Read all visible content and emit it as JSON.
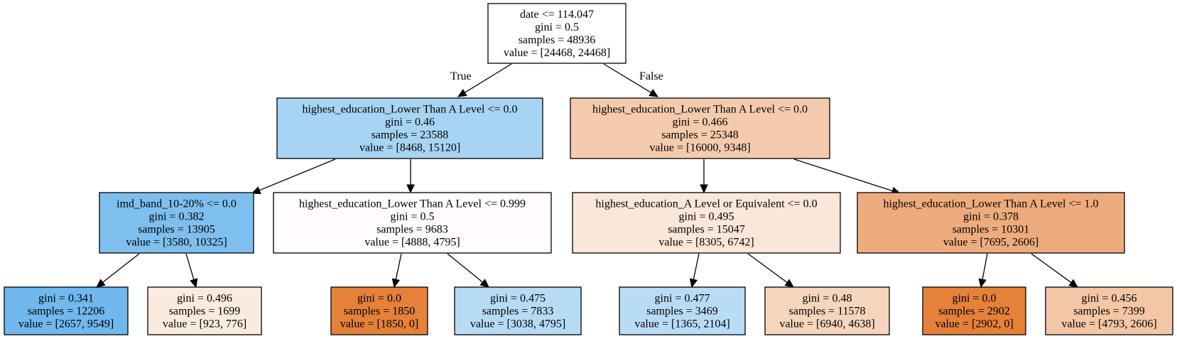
{
  "tree": {
    "nodes": [
      {
        "id": "n0",
        "lines": [
          "date <= 114.047",
          "gini = 0.5",
          "samples = 48936",
          "value = [24468, 24468]"
        ],
        "fill": "#ffffff"
      },
      {
        "id": "n1",
        "lines": [
          "highest_education_Lower Than A Level <= 0.0",
          "gini = 0.46",
          "samples = 23588",
          "value = [8468, 15120]"
        ],
        "fill": "#a8d4f4"
      },
      {
        "id": "n2",
        "lines": [
          "highest_education_Lower Than A Level <= 0.0",
          "gini = 0.466",
          "samples = 25348",
          "value = [16000, 9348]"
        ],
        "fill": "#f5cbad"
      },
      {
        "id": "n3",
        "lines": [
          "imd_band_10-20% <= 0.0",
          "gini = 0.382",
          "samples = 13905",
          "value = [3580, 10325]"
        ],
        "fill": "#7ebfef"
      },
      {
        "id": "n4",
        "lines": [
          "highest_education_Lower Than A Level <= 0.999",
          "gini = 0.5",
          "samples = 9683",
          "value = [4888, 4795]"
        ],
        "fill": "#fffcfb"
      },
      {
        "id": "n5",
        "lines": [
          "highest_education_A Level or Equivalent <= 0.0",
          "gini = 0.495",
          "samples = 15047",
          "value = [8305, 6742]"
        ],
        "fill": "#fae7d9"
      },
      {
        "id": "n6",
        "lines": [
          "highest_education_Lower Than A Level <= 1.0",
          "gini = 0.378",
          "samples = 10301",
          "value = [7695, 2606]"
        ],
        "fill": "#eeac7c"
      },
      {
        "id": "n7",
        "lines": [
          "gini = 0.341",
          "samples = 12206",
          "value = [2657, 9549]"
        ],
        "fill": "#70b8ed"
      },
      {
        "id": "n8",
        "lines": [
          "gini = 0.496",
          "samples = 1699",
          "value = [923, 776]"
        ],
        "fill": "#fbebdf"
      },
      {
        "id": "n9",
        "lines": [
          "gini = 0.0",
          "samples = 1850",
          "value = [1850, 0]"
        ],
        "fill": "#e58139"
      },
      {
        "id": "n10",
        "lines": [
          "gini = 0.475",
          "samples = 7833",
          "value = [3038, 4795]"
        ],
        "fill": "#b6dbf5"
      },
      {
        "id": "n11",
        "lines": [
          "gini = 0.477",
          "samples = 3469",
          "value = [1365, 2104]"
        ],
        "fill": "#b9dcf6"
      },
      {
        "id": "n12",
        "lines": [
          "gini = 0.48",
          "samples = 11578",
          "value = [6940, 4638]"
        ],
        "fill": "#f6d5bd"
      },
      {
        "id": "n13",
        "lines": [
          "gini = 0.0",
          "samples = 2902",
          "value = [2902, 0]"
        ],
        "fill": "#e58139"
      },
      {
        "id": "n14",
        "lines": [
          "gini = 0.456",
          "samples = 7399",
          "value = [4793, 2606]"
        ],
        "fill": "#f3c6a5"
      }
    ],
    "edges": [
      {
        "from": "n0",
        "to": "n1",
        "label": "True"
      },
      {
        "from": "n0",
        "to": "n2",
        "label": "False"
      },
      {
        "from": "n1",
        "to": "n3",
        "label": ""
      },
      {
        "from": "n1",
        "to": "n4",
        "label": ""
      },
      {
        "from": "n2",
        "to": "n5",
        "label": ""
      },
      {
        "from": "n2",
        "to": "n6",
        "label": ""
      },
      {
        "from": "n3",
        "to": "n7",
        "label": ""
      },
      {
        "from": "n3",
        "to": "n8",
        "label": ""
      },
      {
        "from": "n4",
        "to": "n9",
        "label": ""
      },
      {
        "from": "n4",
        "to": "n10",
        "label": ""
      },
      {
        "from": "n5",
        "to": "n11",
        "label": ""
      },
      {
        "from": "n5",
        "to": "n12",
        "label": ""
      },
      {
        "from": "n6",
        "to": "n13",
        "label": ""
      },
      {
        "from": "n6",
        "to": "n14",
        "label": ""
      }
    ]
  }
}
